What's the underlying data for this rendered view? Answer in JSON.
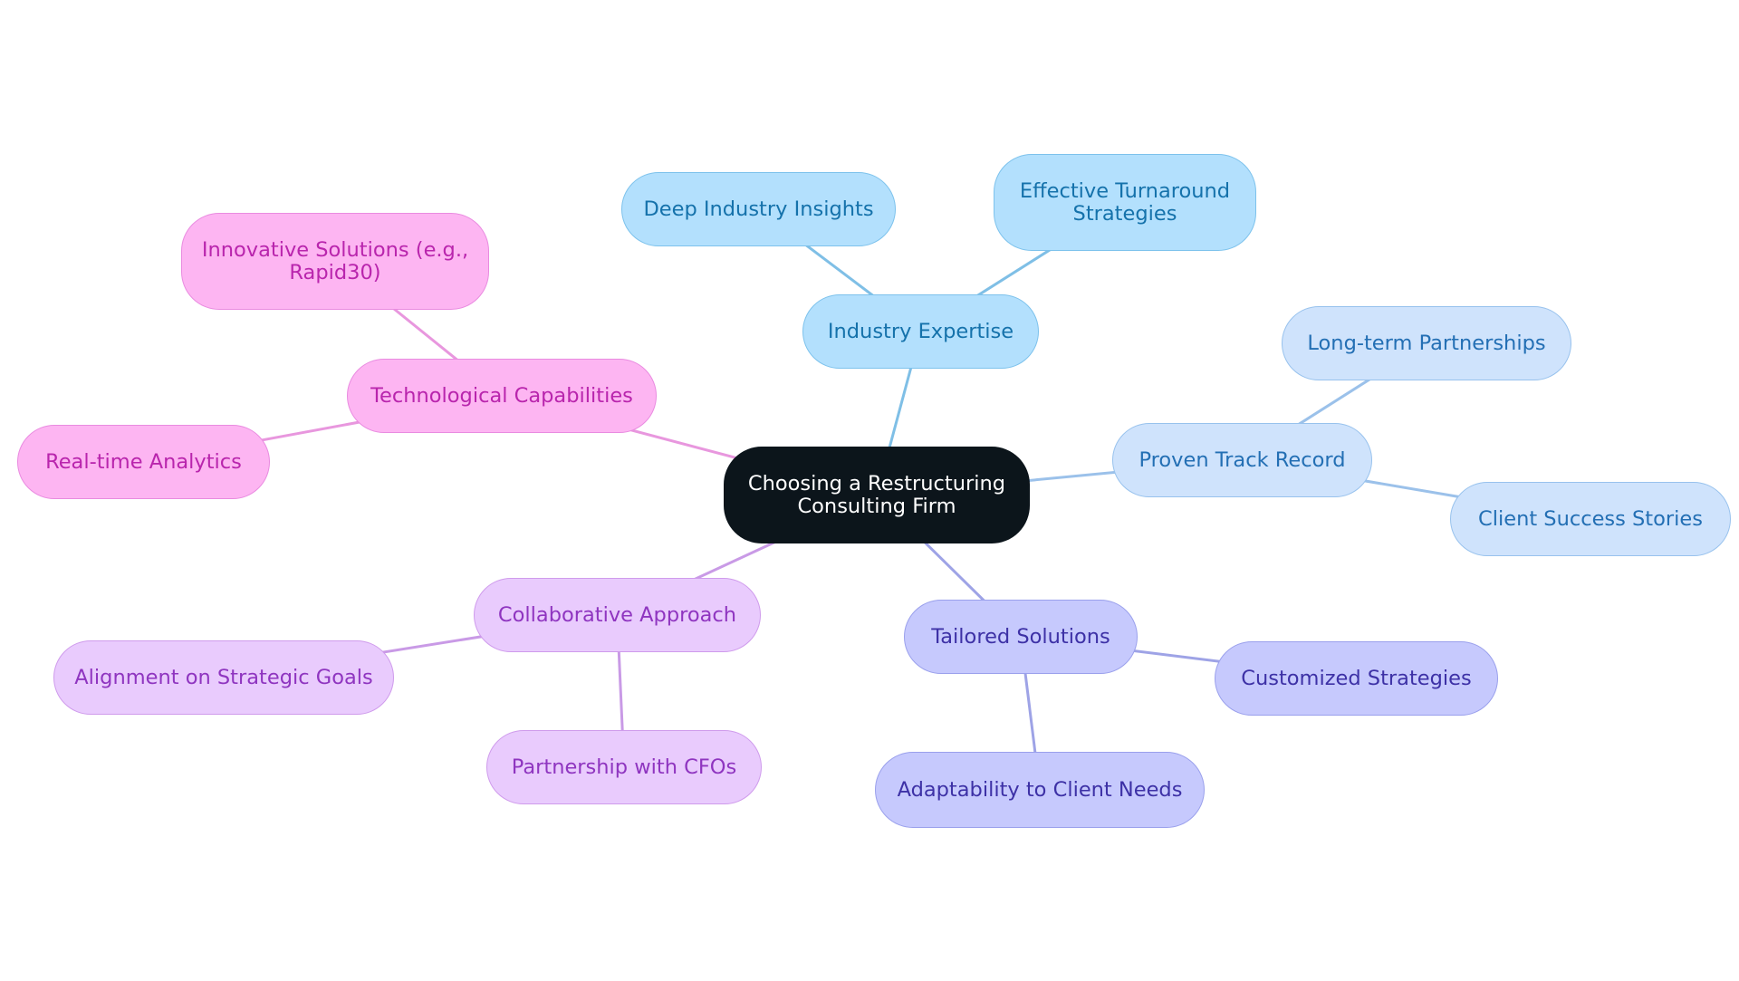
{
  "diagram": {
    "type": "mind-map",
    "root": {
      "id": "root",
      "label": "Choosing a Restructuring\nConsulting Firm",
      "color_group": "root"
    },
    "nodes": [
      {
        "id": "industry",
        "label": "Industry Expertise",
        "color_group": "sky"
      },
      {
        "id": "deep",
        "label": "Deep Industry Insights",
        "color_group": "sky"
      },
      {
        "id": "turnaround",
        "label": "Effective Turnaround\nStrategies",
        "color_group": "sky"
      },
      {
        "id": "proven",
        "label": "Proven Track Record",
        "color_group": "azure"
      },
      {
        "id": "longterm",
        "label": "Long-term Partnerships",
        "color_group": "azure"
      },
      {
        "id": "success",
        "label": "Client Success Stories",
        "color_group": "azure"
      },
      {
        "id": "tailored",
        "label": "Tailored Solutions",
        "color_group": "indigo"
      },
      {
        "id": "customized",
        "label": "Customized Strategies",
        "color_group": "indigo"
      },
      {
        "id": "adapt",
        "label": "Adaptability to Client Needs",
        "color_group": "indigo"
      },
      {
        "id": "collab",
        "label": "Collaborative Approach",
        "color_group": "violet"
      },
      {
        "id": "align",
        "label": "Alignment on Strategic Goals",
        "color_group": "violet"
      },
      {
        "id": "cfo",
        "label": "Partnership with CFOs",
        "color_group": "violet"
      },
      {
        "id": "tech",
        "label": "Technological Capabilities",
        "color_group": "pink"
      },
      {
        "id": "innov",
        "label": "Innovative Solutions (e.g.,\nRapid30)",
        "color_group": "pink"
      },
      {
        "id": "realtime",
        "label": "Real-time Analytics",
        "color_group": "pink"
      }
    ],
    "edges": [
      {
        "from": "root",
        "to": "industry",
        "color": "#7fbfe6"
      },
      {
        "from": "industry",
        "to": "deep",
        "color": "#7fbfe6"
      },
      {
        "from": "industry",
        "to": "turnaround",
        "color": "#7fbfe6"
      },
      {
        "from": "root",
        "to": "proven",
        "color": "#9bc1ea"
      },
      {
        "from": "proven",
        "to": "longterm",
        "color": "#9bc1ea"
      },
      {
        "from": "proven",
        "to": "success",
        "color": "#9bc1ea"
      },
      {
        "from": "root",
        "to": "tailored",
        "color": "#9ea3e6"
      },
      {
        "from": "tailored",
        "to": "customized",
        "color": "#9ea3e6"
      },
      {
        "from": "tailored",
        "to": "adapt",
        "color": "#9ea3e6"
      },
      {
        "from": "root",
        "to": "collab",
        "color": "#c99ae6"
      },
      {
        "from": "collab",
        "to": "align",
        "color": "#c99ae6"
      },
      {
        "from": "collab",
        "to": "cfo",
        "color": "#c99ae6"
      },
      {
        "from": "root",
        "to": "tech",
        "color": "#e897de"
      },
      {
        "from": "tech",
        "to": "innov",
        "color": "#e897de"
      },
      {
        "from": "tech",
        "to": "realtime",
        "color": "#e897de"
      }
    ],
    "colors": {
      "root": "#0c151b",
      "sky": "#b3e0fd",
      "azure": "#cfe3fc",
      "indigo": "#c6c9fd",
      "violet": "#e9cbfd",
      "pink": "#fdb5f2"
    }
  }
}
